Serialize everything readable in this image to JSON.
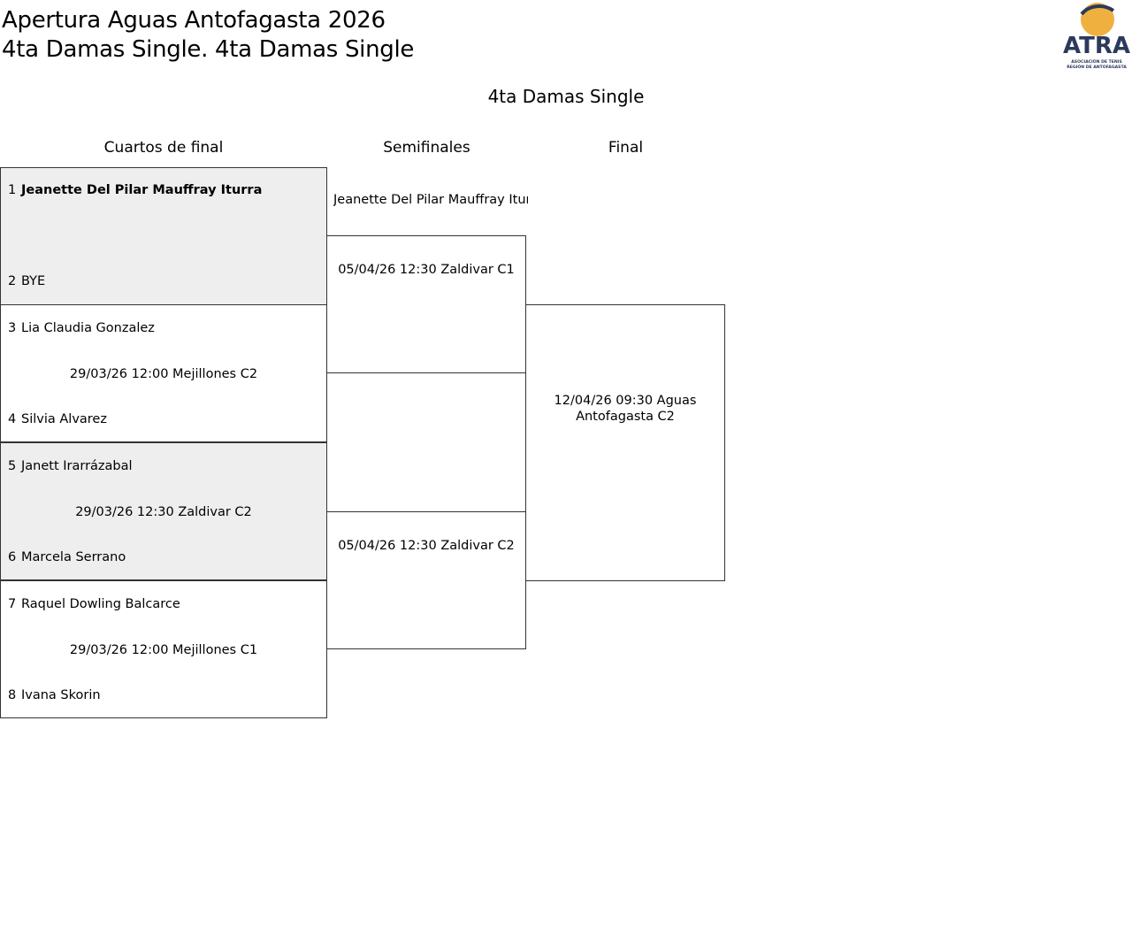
{
  "header": {
    "title_line1": "Apertura Aguas Antofagasta 2026",
    "title_line2": "4ta Damas Single. 4ta Damas Single",
    "logo_text": "ATRA",
    "logo_subtext_1": "ASOCIACIÓN DE TENIS",
    "logo_subtext_2": "REGIÓN DE ANTOFAGASTA"
  },
  "draw": {
    "title": "4ta Damas Single",
    "rounds": [
      "Cuartos de final",
      "Semifinales",
      "Final"
    ],
    "quarterfinals": [
      {
        "p1_seed": "1",
        "p1_name": "Jeanette Del Pilar Mauffray Iturra",
        "p2_seed": "2",
        "p2_name": "BYE",
        "schedule": ""
      },
      {
        "p1_seed": "3",
        "p1_name": "Lia Claudia Gonzalez",
        "p2_seed": "4",
        "p2_name": "Silvia Alvarez",
        "schedule": "29/03/26 12:00 Mejillones C2"
      },
      {
        "p1_seed": "5",
        "p1_name": "Janett Irarrázabal",
        "p2_seed": "6",
        "p2_name": "Marcela Serrano",
        "schedule": "29/03/26 12:30 Zaldivar C2"
      },
      {
        "p1_seed": "7",
        "p1_name": "Raquel Dowling Balcarce",
        "p2_seed": "8",
        "p2_name": "Ivana Skorin",
        "schedule": "29/03/26 12:00 Mejillones C1"
      }
    ],
    "semifinals": [
      {
        "winner_top": "Jeanette Del Pilar Mauffray Itur",
        "schedule": "05/04/26 12:30 Zaldivar C1"
      },
      {
        "winner_top": "",
        "schedule": "05/04/26 12:30 Zaldivar C2"
      }
    ],
    "final": {
      "schedule": "12/04/26 09:30 Aguas Antofagasta C2"
    }
  },
  "colors": {
    "shaded_row": "#eeeeee",
    "logo_navy": "#2b3a5c",
    "logo_orange": "#f0b040"
  }
}
